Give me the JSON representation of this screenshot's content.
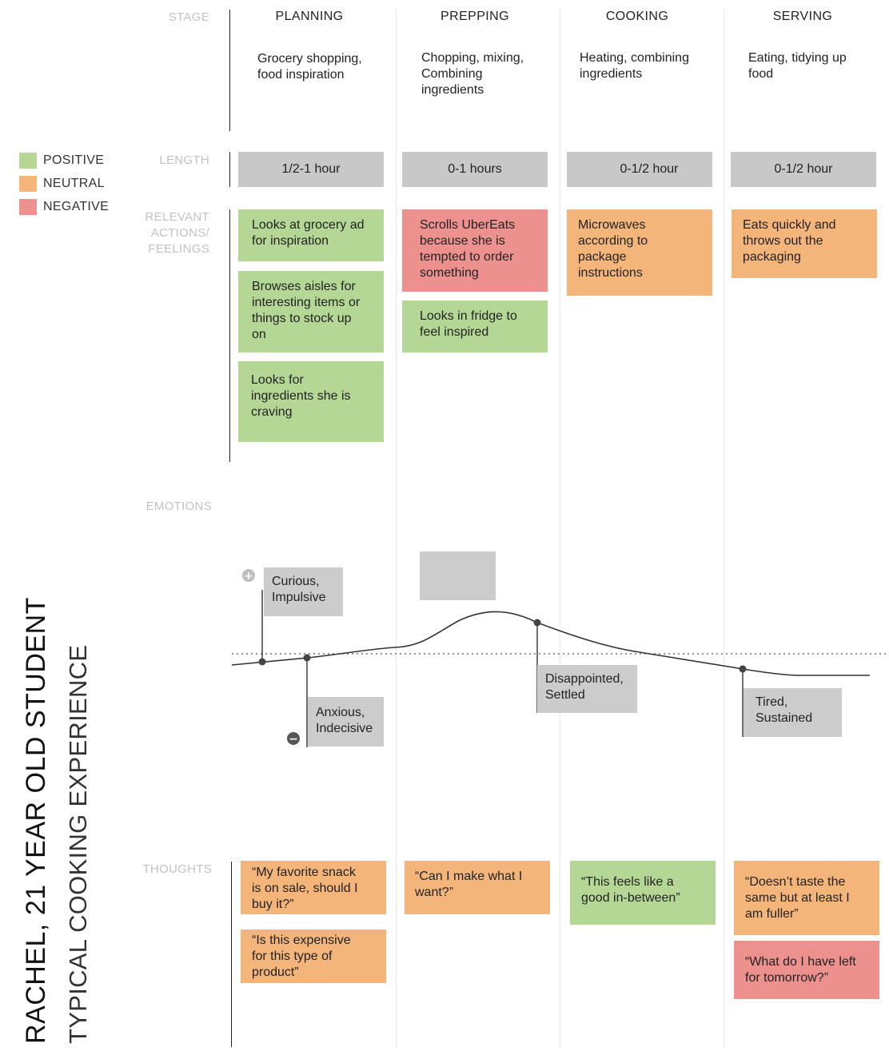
{
  "side_title": {
    "name": "RACHEL, 21 YEAR OLD  STUDENT",
    "subtitle": "TYPICAL COOKING EXPERIENCE"
  },
  "legend": {
    "positive": "POSITIVE",
    "neutral": "NEUTRAL",
    "negative": "NEGATIVE",
    "colors": {
      "positive": "#b4d795",
      "neutral": "#f4b57b",
      "negative": "#ec918e"
    }
  },
  "row_labels": {
    "stage": "STAGE",
    "length": "LENGTH",
    "actions_line1": "RELEVANT",
    "actions_line2": "ACTIONS/",
    "actions_line3": "FEELINGS",
    "emotions": "EMOTIONS",
    "thoughts": "THOUGHTS"
  },
  "stages": [
    {
      "name": "PLANNING",
      "desc": [
        "Grocery shopping,",
        "food inspiration"
      ],
      "length": "1/2-1 hour"
    },
    {
      "name": "PREPPING",
      "desc": [
        "Chopping, mixing,",
        "Combining",
        "ingredients"
      ],
      "length": "0-1 hours"
    },
    {
      "name": "COOKING",
      "desc": [
        "Heating, combining",
        "ingredients"
      ],
      "length": "0-1/2 hour"
    },
    {
      "name": "SERVING",
      "desc": [
        "Eating, tidying up",
        "food"
      ],
      "length": "0-1/2 hour"
    }
  ],
  "actions": {
    "planning": [
      {
        "lines": [
          "Looks at grocery ad",
          "for inspiration"
        ],
        "sentiment": "positive"
      },
      {
        "lines": [
          "Browses aisles for",
          "interesting items or",
          "things to stock up",
          "on"
        ],
        "sentiment": "positive"
      },
      {
        "lines": [
          "Looks for",
          "ingredients she is",
          "craving"
        ],
        "sentiment": "positive"
      }
    ],
    "prepping": [
      {
        "lines": [
          "Scrolls UberEats",
          "because she is",
          "tempted to order",
          "something"
        ],
        "sentiment": "negative"
      },
      {
        "lines": [
          "Looks in fridge to",
          "feel inspired"
        ],
        "sentiment": "positive"
      }
    ],
    "cooking": [
      {
        "lines": [
          "Microwaves",
          "according to",
          "package",
          "instructions"
        ],
        "sentiment": "neutral"
      }
    ],
    "serving": [
      {
        "lines": [
          "Eats quickly and",
          "throws out the",
          "packaging"
        ],
        "sentiment": "neutral"
      }
    ]
  },
  "emotions": {
    "plus_symbol": "+",
    "minus_symbol": "−",
    "curious": [
      "Curious,",
      "Impulsive"
    ],
    "anxious": [
      "Anxious,",
      "Indecisive"
    ],
    "disappointed": [
      "Disappointed,",
      "Settled"
    ],
    "tired": [
      "Tired,",
      "Sustained"
    ]
  },
  "thoughts": {
    "planning": [
      {
        "lines": [
          "“My favorite snack",
          "is on sale, should I",
          "buy it?”"
        ],
        "sentiment": "neutral"
      },
      {
        "lines": [
          "“Is this expensive",
          "for this type of",
          "product”"
        ],
        "sentiment": "neutral"
      }
    ],
    "prepping": [
      {
        "lines": [
          "“Can I make what I",
          "want?”"
        ],
        "sentiment": "neutral"
      }
    ],
    "cooking": [
      {
        "lines": [
          "“This feels like a",
          "good in-between”"
        ],
        "sentiment": "positive"
      }
    ],
    "serving": [
      {
        "lines": [
          "“Doesn’t taste the",
          "same but at least I",
          "am fuller”"
        ],
        "sentiment": "neutral"
      },
      {
        "lines": [
          "“What do I have left",
          "for tomorrow?”"
        ],
        "sentiment": "negative"
      }
    ]
  }
}
